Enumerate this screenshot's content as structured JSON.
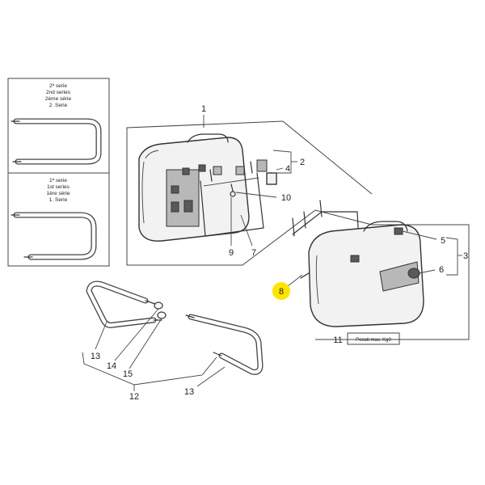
{
  "diagram": {
    "series_new": [
      "2ª serie",
      "2nd series",
      "2ème série",
      "2. Serie"
    ],
    "series_old": [
      "1ª serie",
      "1st series",
      "1ère série",
      "1. Serie"
    ],
    "callouts": {
      "c1": "1",
      "c2": "2",
      "c3": "3",
      "c4": "4",
      "c5": "5",
      "c6": "6",
      "c7": "7",
      "c8": "8",
      "c9": "9",
      "c10": "10",
      "c11": "11",
      "c12": "12",
      "c13a": "13",
      "c13b": "13",
      "c14": "14",
      "c15": "15"
    },
    "case_label": "Pocati max. Kg0",
    "highlight_color": "#ffe400"
  }
}
